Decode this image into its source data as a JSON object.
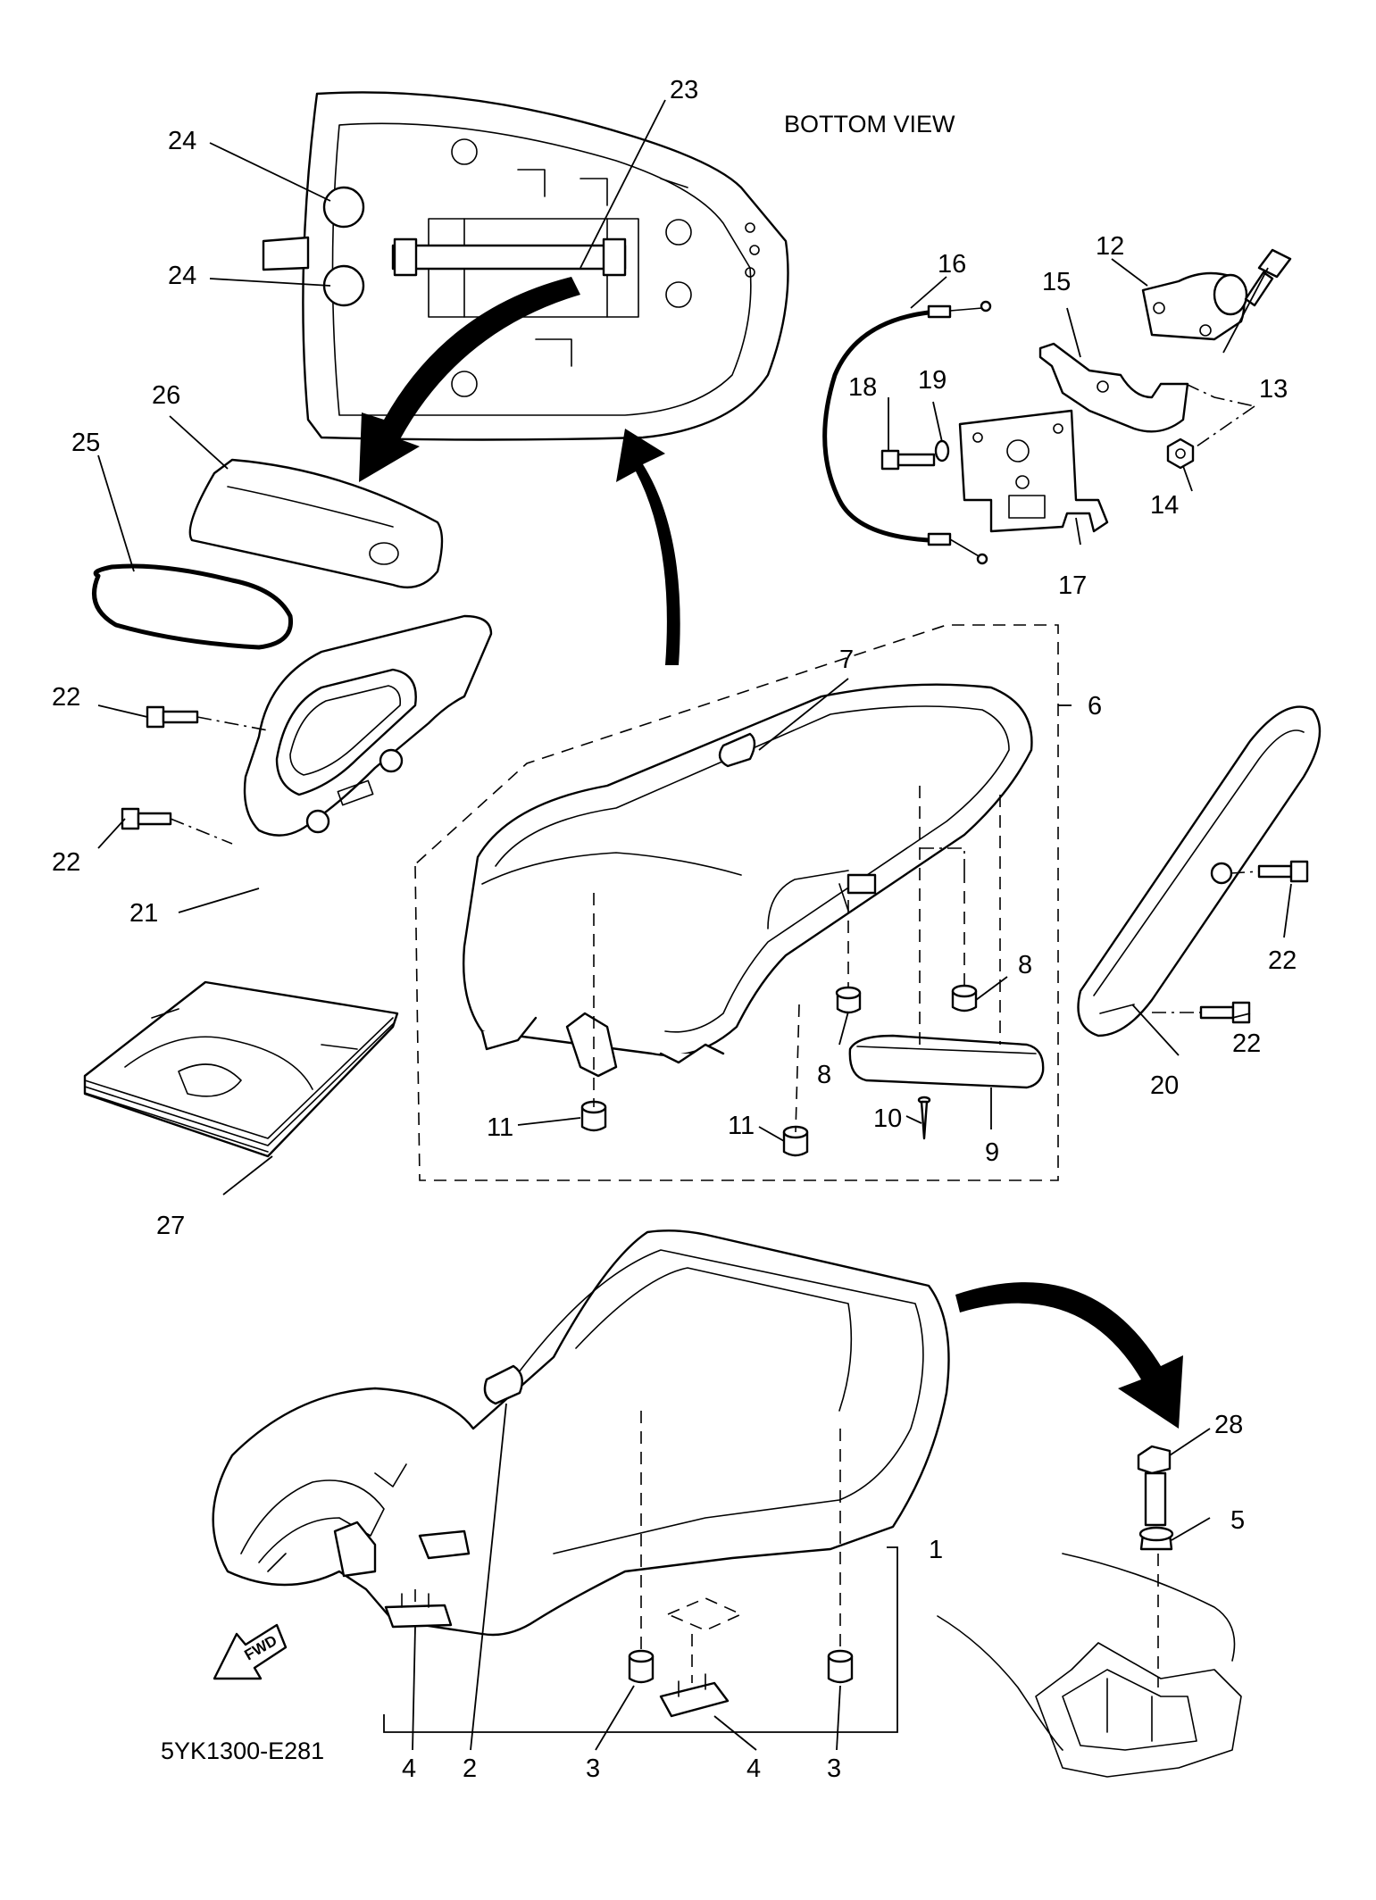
{
  "view_title": "BOTTOM VIEW",
  "fwd_label": "FWD",
  "catalog_code": "5YK1300-E281",
  "callouts": {
    "c1": "1",
    "c2": "2",
    "c3a": "3",
    "c3b": "3",
    "c4a": "4",
    "c4b": "4",
    "c5": "5",
    "c6": "6",
    "c7": "7",
    "c8a": "8",
    "c8b": "8",
    "c9": "9",
    "c10": "10",
    "c11a": "11",
    "c11b": "11",
    "c12": "12",
    "c13": "13",
    "c14": "14",
    "c15": "15",
    "c16": "16",
    "c17": "17",
    "c18": "18",
    "c19": "19",
    "c20": "20",
    "c21": "21",
    "c22a": "22",
    "c22b": "22",
    "c22c": "22",
    "c22d": "22",
    "c23": "23",
    "c24a": "24",
    "c24b": "24",
    "c25": "25",
    "c26": "26",
    "c27": "27",
    "c28": "28"
  }
}
